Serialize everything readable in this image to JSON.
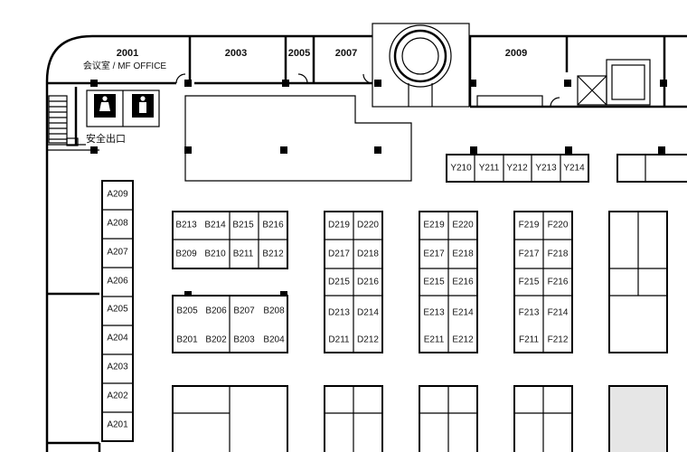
{
  "rooms": {
    "r2001": {
      "number": "2001",
      "name": "会议室 / MF OFFICE"
    },
    "r2003": {
      "number": "2003"
    },
    "r2005": {
      "number": "2005"
    },
    "r2007": {
      "number": "2007"
    },
    "r2009": {
      "number": "2009"
    }
  },
  "exit_label": "安全出口",
  "booths": {
    "A": [
      "A209",
      "A208",
      "A207",
      "A206",
      "A205",
      "A204",
      "A203",
      "A202",
      "A201"
    ],
    "Y": [
      "Y210",
      "Y211",
      "Y212",
      "Y213",
      "Y214"
    ],
    "B_top": [
      "B213",
      "B214",
      "B215",
      "B216",
      "B209",
      "B210",
      "B211",
      "B212"
    ],
    "B_bottom": [
      "B205",
      "B206",
      "B207",
      "B208",
      "B201",
      "B202",
      "B203",
      "B204"
    ],
    "D": [
      "D219",
      "D220",
      "D217",
      "D218",
      "D215",
      "D216",
      "D213",
      "D214",
      "D211",
      "D212"
    ],
    "E": [
      "E219",
      "E220",
      "E217",
      "E218",
      "E215",
      "E216",
      "E213",
      "E214",
      "E211",
      "E212"
    ],
    "F": [
      "F219",
      "F220",
      "F217",
      "F218",
      "F215",
      "F216",
      "F213",
      "F214",
      "F211",
      "F212"
    ]
  },
  "colors": {
    "wall": "#000000",
    "highlight_booth": "#e6e6e6",
    "background": "#ffffff"
  }
}
